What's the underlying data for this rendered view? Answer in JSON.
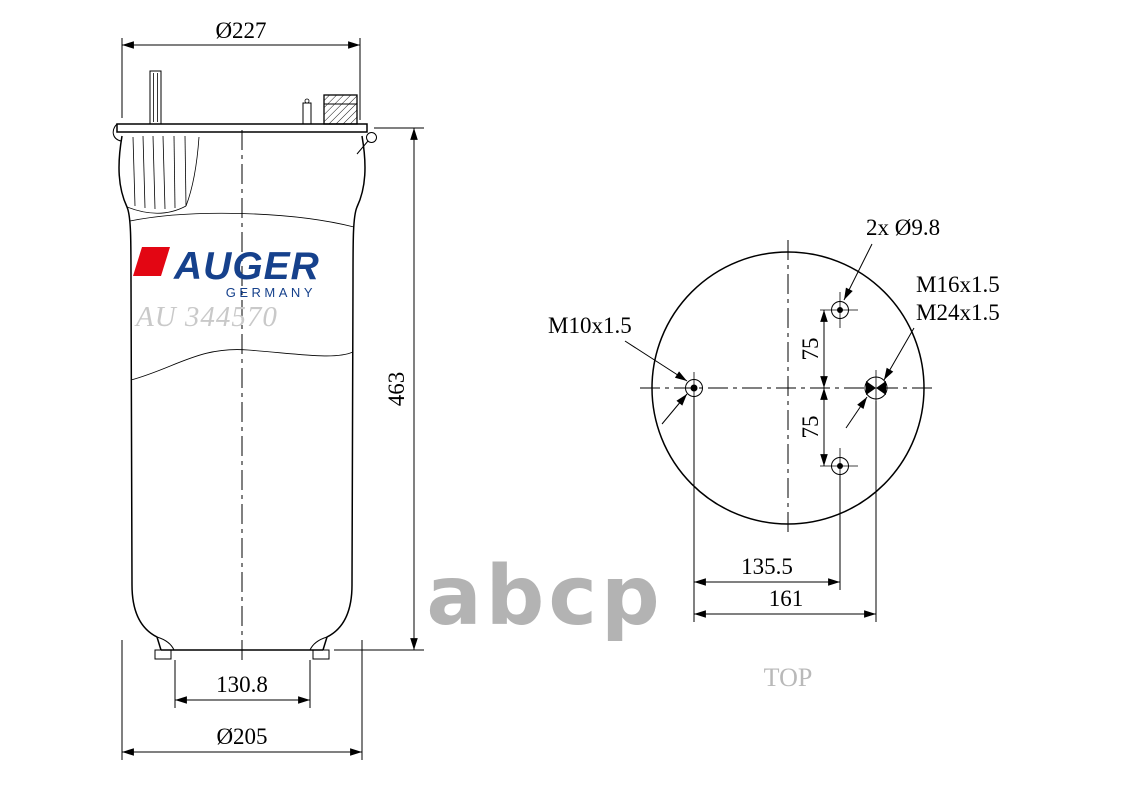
{
  "drawing": {
    "side_view": {
      "dim_top_diameter": "Ø227",
      "dim_height": "463",
      "dim_piston_width": "130.8",
      "dim_bottom_diameter": "Ø205"
    },
    "logo": {
      "brand": "AUGER",
      "country": "GERMANY",
      "part_number": "AU 344570"
    },
    "top_view": {
      "holes_label": "2x Ø9.8",
      "thread_right_line1": "M16x1.5",
      "thread_right_line2": "M24x1.5",
      "thread_left": "M10x1.5",
      "dim_upper_offset": "75",
      "dim_lower_offset": "75",
      "dim_inner_span": "135.5",
      "dim_outer_span": "161",
      "view_label": "TOP"
    },
    "watermark": "abcp"
  },
  "colors": {
    "logo_blue": "#16418c",
    "logo_red": "#e30613",
    "gray_watermark": "#b3b3b3",
    "gray_part_number": "#c9c9c9",
    "line": "#000000"
  }
}
